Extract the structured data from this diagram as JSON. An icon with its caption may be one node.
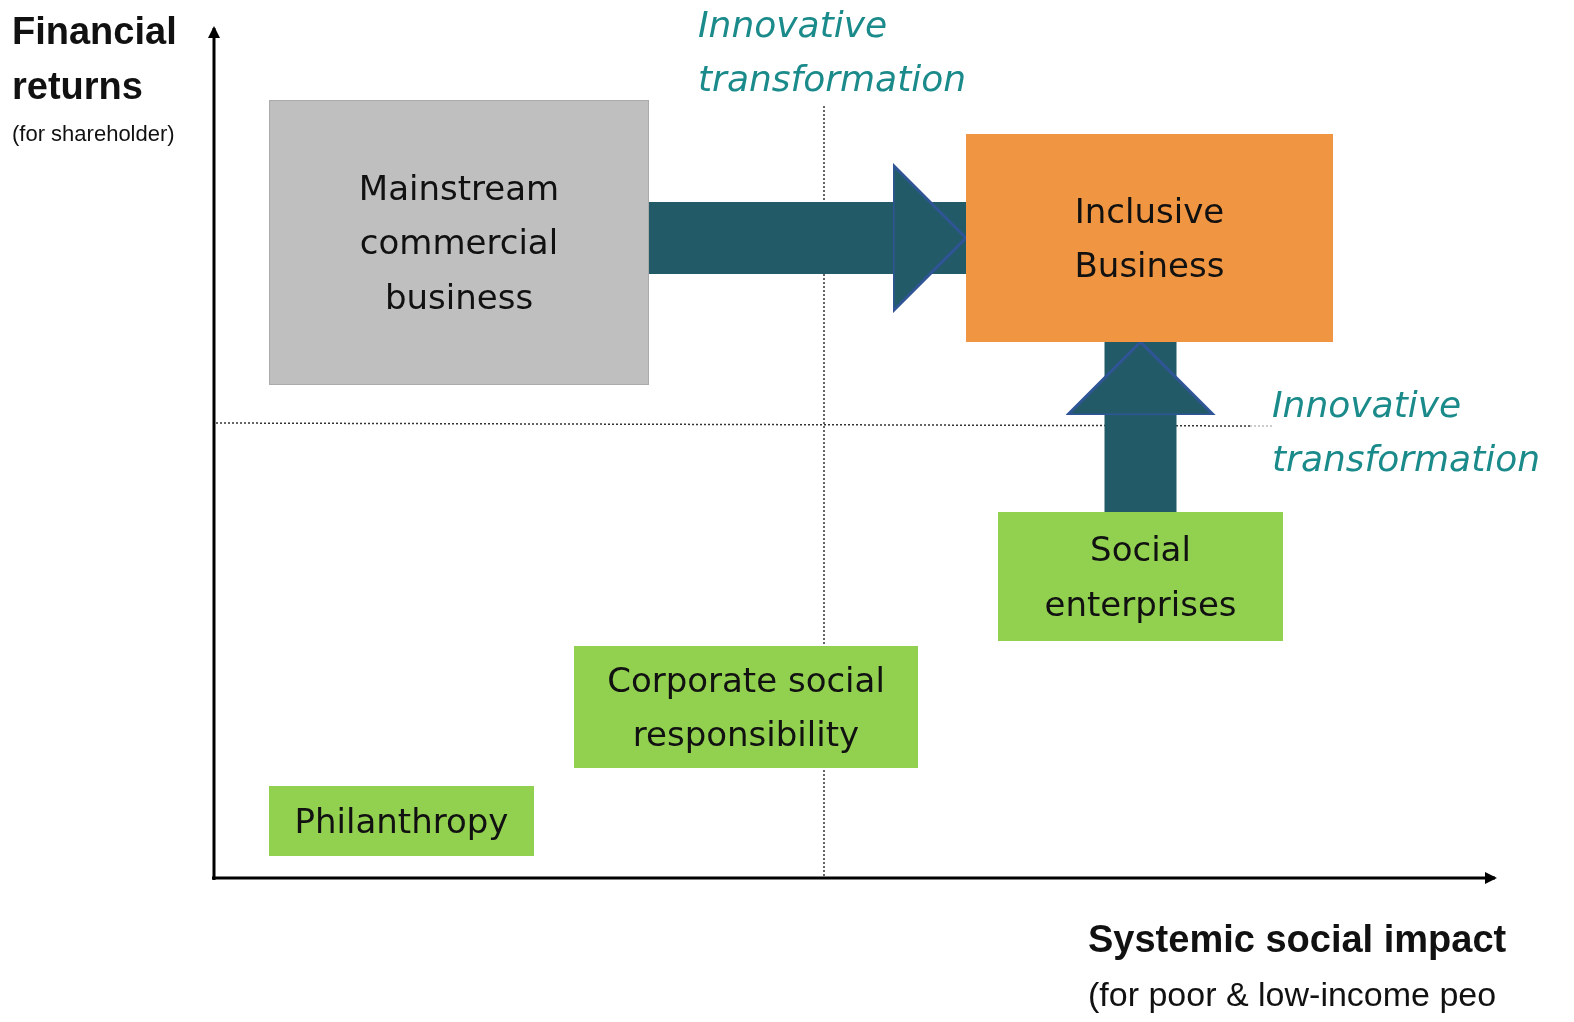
{
  "diagram": {
    "nodes": [
      {
        "text": [
          "Mainstream commercial business"
        ]
      },
      {
        "text": [
          "Inclusive Business"
        ]
      },
      {
        "text": [
          "Social enterprises"
        ]
      },
      {
        "text": [
          "Corporate social responsibility"
        ]
      },
      {
        "text": [
          "Philanthropy"
        ]
      }
    ],
    "edges": [
      {
        "from": 0,
        "to": 1,
        "arrow": "to",
        "label": "Innovative transformation"
      },
      {
        "from": 2,
        "to": 1,
        "arrow": "to",
        "label": "Innovative transformation"
      }
    ],
    "labels": [
      "Financial returns",
      "(for shareholder)",
      "Systemic social impact",
      "(for poor & low-income peo"
    ]
  }
}
